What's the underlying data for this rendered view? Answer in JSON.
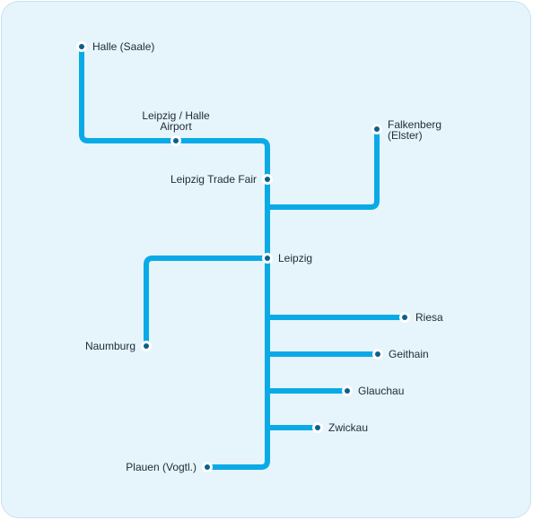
{
  "colors": {
    "line": "#0aaae6",
    "station_fill": "#ffffff",
    "station_dot": "#0d5f8c",
    "background": "#e6f4fb",
    "text": "#1f2a36"
  },
  "stations": {
    "halle": "Halle (Saale)",
    "airport_l1": "Leipzig / Halle",
    "airport_l2": "Airport",
    "trade_fair": "Leipzig Trade Fair",
    "falkenberg_l1": "Falkenberg",
    "falkenberg_l2": "(Elster)",
    "leipzig": "Leipzig",
    "naumburg": "Naumburg",
    "riesa": "Riesa",
    "geithain": "Geithain",
    "glauchau": "Glauchau",
    "zwickau": "Zwickau",
    "plauen": "Plauen (Vogtl.)"
  }
}
